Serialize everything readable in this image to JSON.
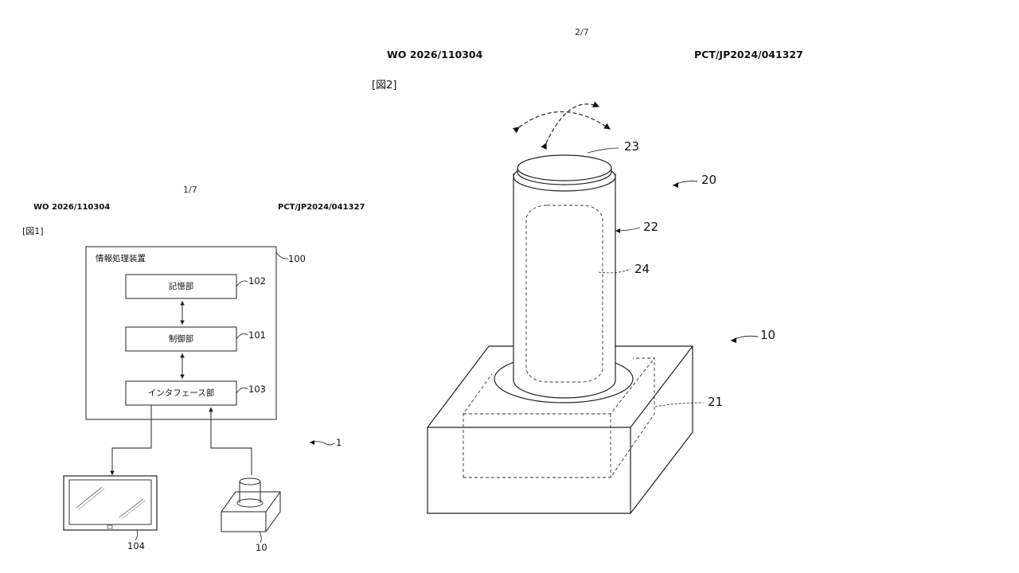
{
  "sheet_left": {
    "page_number": "1/7",
    "publication_number": "WO 2026/110304",
    "application_number": "PCT/JP2024/041327",
    "figure_label": "[図1]",
    "device_title": "情報処理装置",
    "blocks": [
      {
        "label": "記憶部",
        "ref": "102"
      },
      {
        "label": "制御部",
        "ref": "101"
      },
      {
        "label": "インタフェース部",
        "ref": "103"
      }
    ],
    "device_ref": "100",
    "system_ref": "1",
    "display_ref": "104",
    "sensor_ref": "10"
  },
  "sheet_right": {
    "page_number": "2/7",
    "publication_number": "WO 2026/110304",
    "application_number": "PCT/JP2024/041327",
    "figure_label": "[図2]",
    "refs": {
      "top_surface": "23",
      "stick_assembly": "20",
      "cylinder": "22",
      "inner_region": "24",
      "base_unit": "10",
      "base_inner": "21"
    }
  }
}
